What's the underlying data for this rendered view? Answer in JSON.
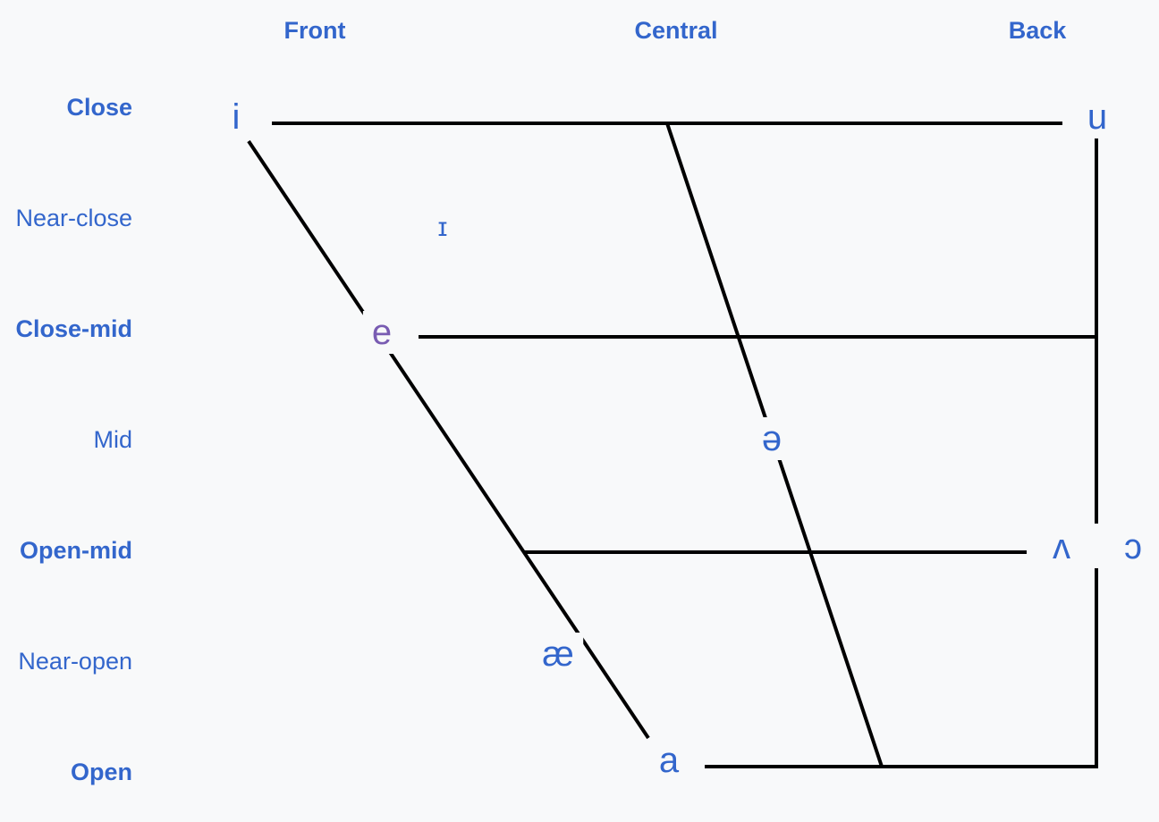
{
  "columns": {
    "front": "Front",
    "central": "Central",
    "back": "Back"
  },
  "rows": {
    "close": "Close",
    "near_close": "Near-close",
    "close_mid": "Close-mid",
    "mid": "Mid",
    "open_mid": "Open-mid",
    "near_open": "Near-open",
    "open": "Open"
  },
  "vowels": {
    "i": "i",
    "u": "u",
    "near_close_front": "ɪ",
    "e": "e",
    "schwa": "ə",
    "wedge": "ʌ",
    "open_o": "ɔ",
    "ash": "æ",
    "a": "a"
  },
  "colors": {
    "link": "#3366cc",
    "visited": "#795cb2",
    "line": "#000000",
    "background": "#f8f9fa"
  }
}
